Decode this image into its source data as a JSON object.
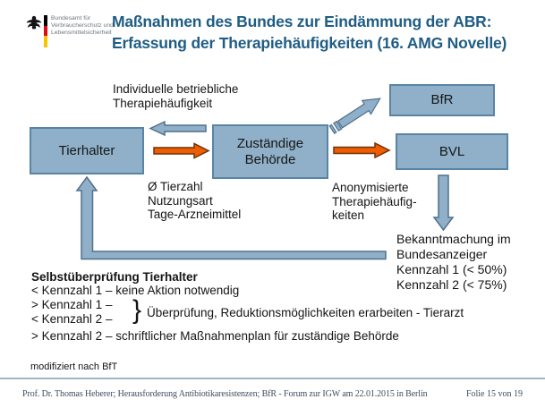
{
  "logo": {
    "icon": "federal-eagle-icon",
    "flag_colors": [
      "#000000",
      "#e30613",
      "#f8c301"
    ],
    "lines": [
      "Bundesamt für",
      "Verbraucherschutz und",
      "Lebensmittelsicherheit"
    ]
  },
  "title": {
    "line1": "Maßnahmen des Bundes zur Eindämmung der ABR:",
    "line2": "Erfassung der Therapiehäufigkeiten (16. AMG Novelle)",
    "color": "#1f5d85"
  },
  "diagram": {
    "colors": {
      "shape_fill": "#8fb0c8",
      "shape_border": "#5884a6",
      "arrow_blue_fill": "#8fb0c8",
      "arrow_blue_border": "#51708c",
      "arrow_orange_fill": "#f05c00",
      "arrow_orange_border": "#6b3410"
    },
    "boxes": {
      "tierhalter": "Tierhalter",
      "behoerde_line1": "Zuständige",
      "behoerde_line2": "Behörde",
      "bfr": "BfR",
      "bvl": "BVL"
    },
    "labels": {
      "individuelle": [
        "Individuelle betriebliche",
        "Therapiehäufigkeit"
      ],
      "tierzahl": [
        "Ø Tierzahl",
        "Nutzungsart",
        "Tage-Arzneimittel"
      ],
      "anonymisiert": [
        "Anonymisierte",
        "Therapiehäufig-",
        "keiten"
      ],
      "bekanntmachung": [
        "Bekanntmachung im",
        "Bundesanzeiger",
        "Kennzahl 1 (< 50%)",
        "Kennzahl 2 (< 75%)"
      ]
    }
  },
  "selfcheck": {
    "heading": "Selbstüberprüfung Tierhalter",
    "line1": "< Kennzahl 1 – keine Aktion notwendig",
    "line2": "> Kennzahl 1 –",
    "line3": "< Kennzahl 2 –",
    "line4": "> Kennzahl 2 – schriftlicher Maßnahmenplan für zuständige Behörde",
    "brace": "}",
    "brace_note": "Überprüfung, Reduktionsmöglichkeiten erarbeiten - Tierarzt"
  },
  "footer": {
    "source_note": "modifiziert nach BfT",
    "credit": "Prof. Dr. Thomas Heberer; Herausforderung Antibiotikaresistenzen; BfR - Forum zur IGW am 22.01.2015 in Berlin",
    "page": "Folie 15 von 19"
  }
}
